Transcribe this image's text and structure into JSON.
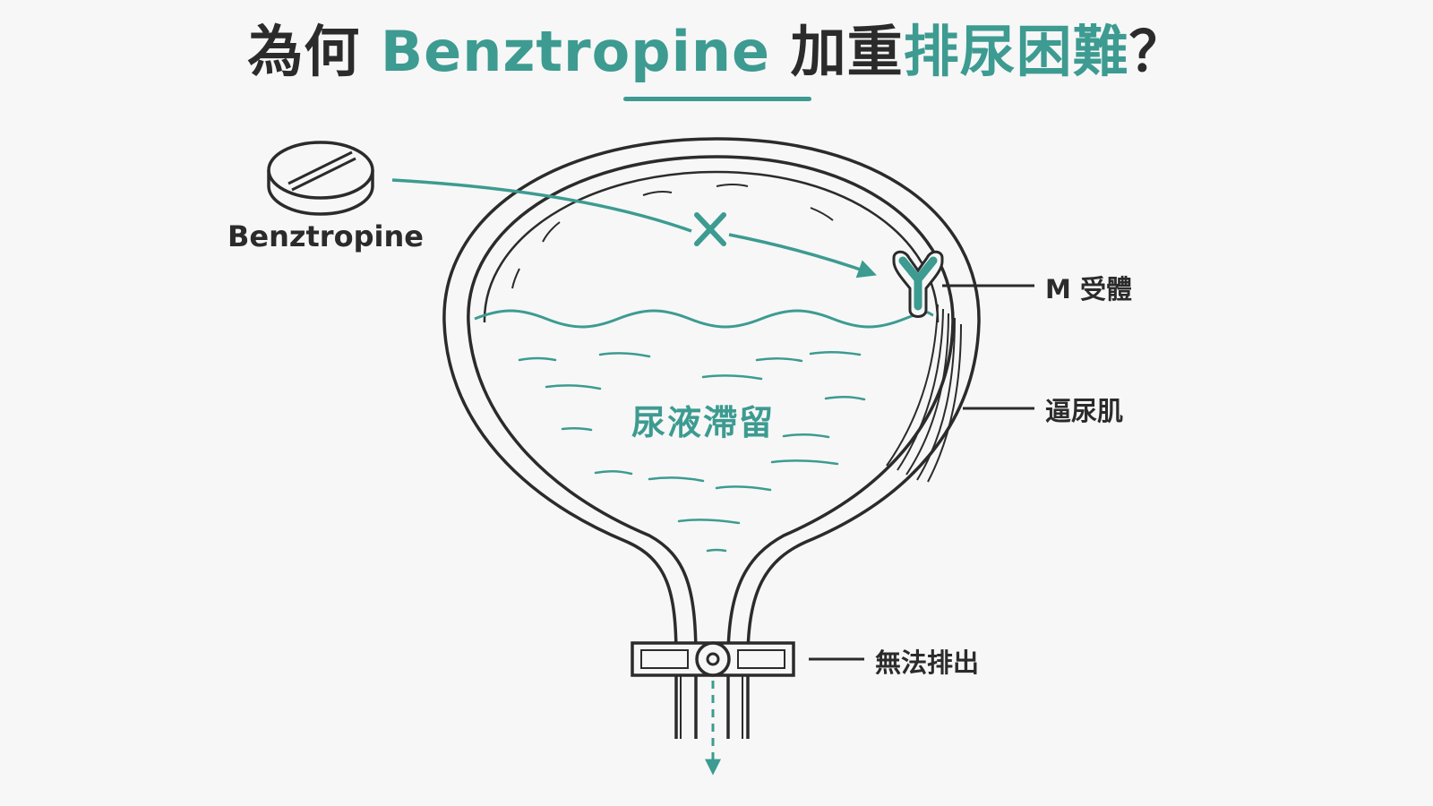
{
  "title": {
    "part1": "為何 ",
    "part2": "Benztropine",
    "part3": " 加重",
    "part4": "排尿困難",
    "part5": "？"
  },
  "labels": {
    "drug": "Benztropine",
    "receptor": "M 受體",
    "detrusor": "逼尿肌",
    "retention": "尿液滯留",
    "outlet": "無法排出"
  },
  "colors": {
    "accent": "#3d9b91",
    "ink": "#2b2b2b",
    "background": "#f7f7f7"
  },
  "icons": {
    "pill": "pill-icon",
    "block": "x-block-icon",
    "receptor": "y-receptor-icon",
    "valve": "closed-valve-icon"
  }
}
